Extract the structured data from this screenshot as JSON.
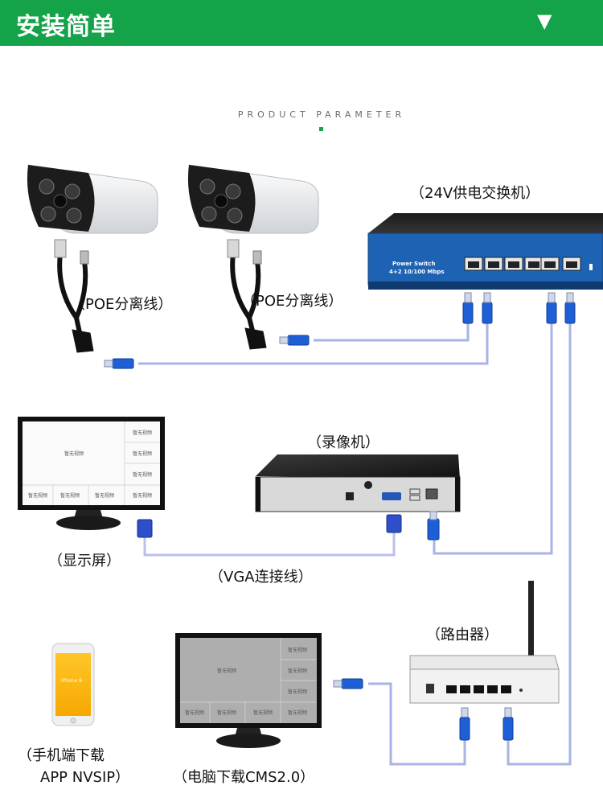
{
  "header": {
    "title": "安装简单",
    "arrow": "▼"
  },
  "subtitle": "PRODUCT PARAMETER",
  "labels": {
    "switch": "（24V供电交换机）",
    "poe1": "（POE分离线）",
    "poe2": "（POE分离线）",
    "nvr": "（录像机）",
    "monitor": "（显示屏）",
    "vga": "（VGA连接线）",
    "router": "（路由器）",
    "phone_line1": "（手机端下载",
    "phone_line2": "APP NVSIP）",
    "pc": "（电脑下载CMS2.0）"
  },
  "switch": {
    "brand": "Power Switch",
    "spec": "4+2 10/100 Mbps"
  },
  "screen": {
    "cell_text": "暂无视频"
  },
  "phone": {
    "model": "iPhone 6"
  },
  "colors": {
    "accent": "#15a34a",
    "cable": "#a9b3e6",
    "connector": "#1f5fd6"
  }
}
